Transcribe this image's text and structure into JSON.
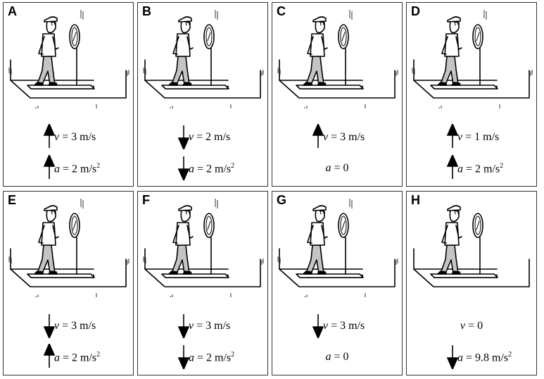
{
  "panels": [
    {
      "letter": "A",
      "tremor": true,
      "v": {
        "text": "3 m/s",
        "arrow": "up"
      },
      "a": {
        "text": "2 m/s",
        "sup": "2",
        "arrow": "up"
      }
    },
    {
      "letter": "B",
      "tremor": true,
      "v": {
        "text": "2 m/s",
        "arrow": "down"
      },
      "a": {
        "text": "2 m/s",
        "sup": "2",
        "arrow": "down"
      }
    },
    {
      "letter": "C",
      "tremor": true,
      "v": {
        "text": "3 m/s",
        "arrow": "up"
      },
      "a": {
        "text": "0",
        "sup": "",
        "arrow": "none"
      }
    },
    {
      "letter": "D",
      "tremor": true,
      "v": {
        "text": "1 m/s",
        "arrow": "up"
      },
      "a": {
        "text": "2 m/s",
        "sup": "2",
        "arrow": "up"
      }
    },
    {
      "letter": "E",
      "tremor": true,
      "v": {
        "text": "3 m/s",
        "arrow": "down"
      },
      "a": {
        "text": "2 m/s",
        "sup": "2",
        "arrow": "up"
      }
    },
    {
      "letter": "F",
      "tremor": true,
      "v": {
        "text": "3 m/s",
        "arrow": "down"
      },
      "a": {
        "text": "2 m/s",
        "sup": "2",
        "arrow": "down"
      }
    },
    {
      "letter": "G",
      "tremor": true,
      "v": {
        "text": "3 m/s",
        "arrow": "down"
      },
      "a": {
        "text": "0",
        "sup": "",
        "arrow": "none"
      }
    },
    {
      "letter": "H",
      "tremor": false,
      "v": {
        "text": "0",
        "sup": "",
        "arrow": "none"
      },
      "a": {
        "text": "9.8 m/s",
        "sup": "2",
        "arrow": "down"
      }
    }
  ],
  "symbols": {
    "velocity": "v",
    "acceleration": "a",
    "equals": " = "
  }
}
